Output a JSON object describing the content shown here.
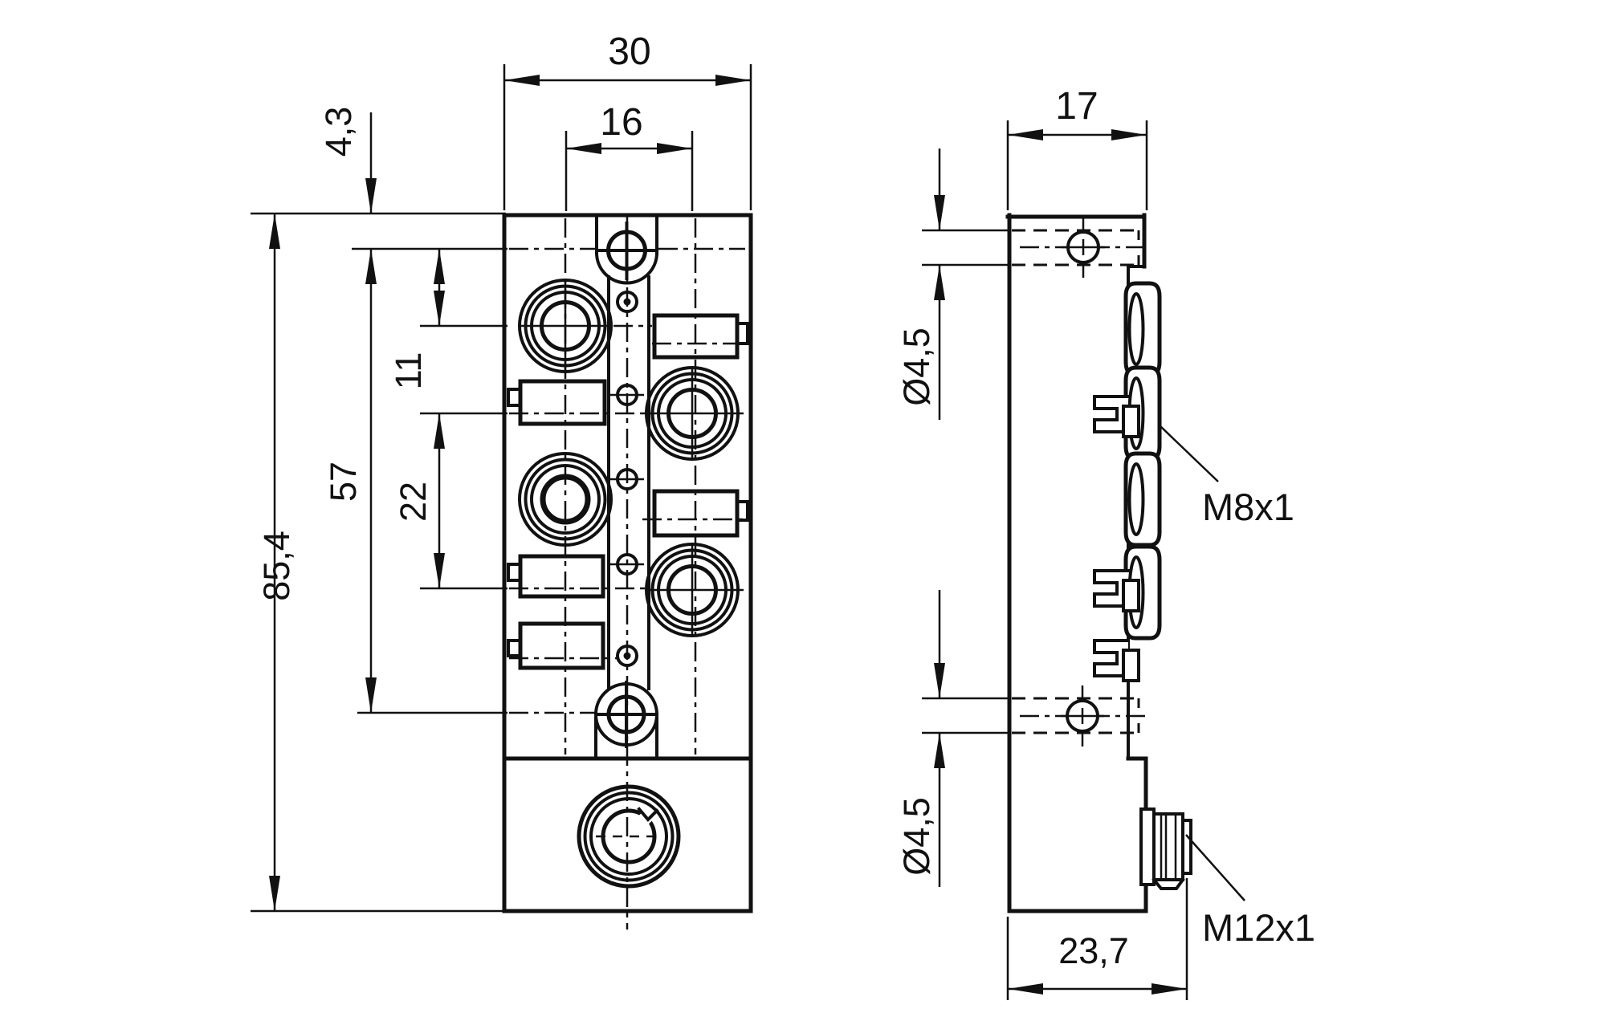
{
  "drawing": {
    "front_view": {
      "dim_width": "30",
      "dim_connector_pitch_x": "16",
      "dim_top_hole_offset": "4,3",
      "dim_total_height": "85,4",
      "dim_hole_span": "57",
      "dim_row_pitch_11": "11",
      "dim_row_pitch_22": "22"
    },
    "side_view": {
      "dim_depth": "17",
      "dim_hole_dia_top": "Ø4,5",
      "dim_hole_dia_bottom": "Ø4,5",
      "dim_bottom_depth": "23,7",
      "label_m8_thread": "M8x1",
      "label_m12_thread": "M12x1"
    }
  }
}
